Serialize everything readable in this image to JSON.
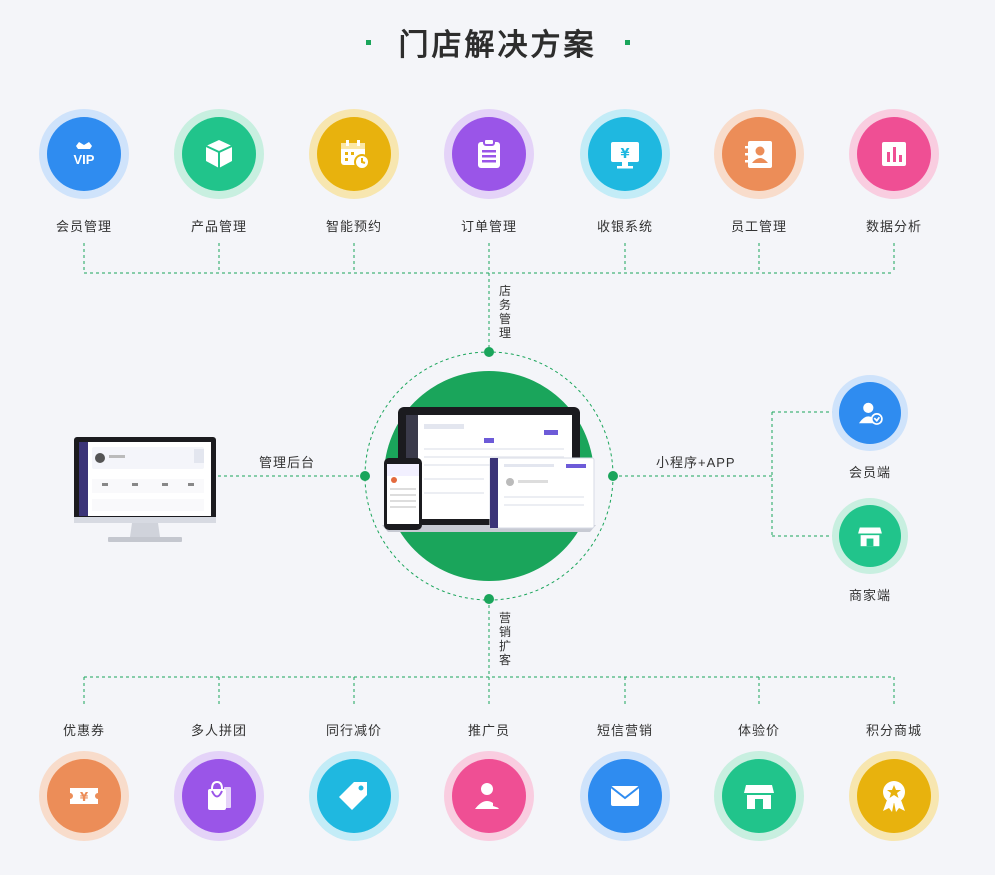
{
  "title": "门店解决方案",
  "colors": {
    "accent": "#1aa55b",
    "background": "#f4f5f9"
  },
  "top_row": [
    {
      "label": "会员管理",
      "icon": "vip-crown-icon",
      "core": "#2f8cf0",
      "ring": "#cfe3fb"
    },
    {
      "label": "产品管理",
      "icon": "box-icon",
      "core": "#21c48b",
      "ring": "#c8efe0"
    },
    {
      "label": "智能预约",
      "icon": "calendar-clock-icon",
      "core": "#e8b20d",
      "ring": "#f7e6b0"
    },
    {
      "label": "订单管理",
      "icon": "clipboard-icon",
      "core": "#9a55e8",
      "ring": "#e4d3f8"
    },
    {
      "label": "收银系统",
      "icon": "cashier-monitor-icon",
      "core": "#1fb8e0",
      "ring": "#c3ecf7"
    },
    {
      "label": "员工管理",
      "icon": "contact-card-icon",
      "core": "#ec8d58",
      "ring": "#f8dccb"
    },
    {
      "label": "数据分析",
      "icon": "bar-chart-icon",
      "core": "#ef4f94",
      "ring": "#f9cde0"
    }
  ],
  "bottom_row": [
    {
      "label": "优惠券",
      "icon": "yen-ticket-icon",
      "core": "#ec8d58",
      "ring": "#f8dccb"
    },
    {
      "label": "多人拼团",
      "icon": "shopping-bag-icon",
      "core": "#9a55e8",
      "ring": "#e4d3f8"
    },
    {
      "label": "同行减价",
      "icon": "price-tag-icon",
      "core": "#1fb8e0",
      "ring": "#c3ecf7"
    },
    {
      "label": "推广员",
      "icon": "promoter-icon",
      "core": "#ef4f94",
      "ring": "#f9cde0"
    },
    {
      "label": "短信营销",
      "icon": "envelope-icon",
      "core": "#2f8cf0",
      "ring": "#cfe3fb"
    },
    {
      "label": "体验价",
      "icon": "storefront-icon",
      "core": "#21c48b",
      "ring": "#c8efe0"
    },
    {
      "label": "积分商城",
      "icon": "award-medal-icon",
      "core": "#e8b20d",
      "ring": "#f7e6b0"
    }
  ],
  "connectors": {
    "top": "店务管理",
    "bottom": "营销扩客",
    "left": "管理后台",
    "right": "小程序+APP"
  },
  "right_items": [
    {
      "label": "会员端",
      "icon": "member-user-icon",
      "core": "#2f8cf0",
      "ring": "#cfe3fb"
    },
    {
      "label": "商家端",
      "icon": "merchant-store-icon",
      "core": "#21c48b",
      "ring": "#c8efe0"
    }
  ]
}
